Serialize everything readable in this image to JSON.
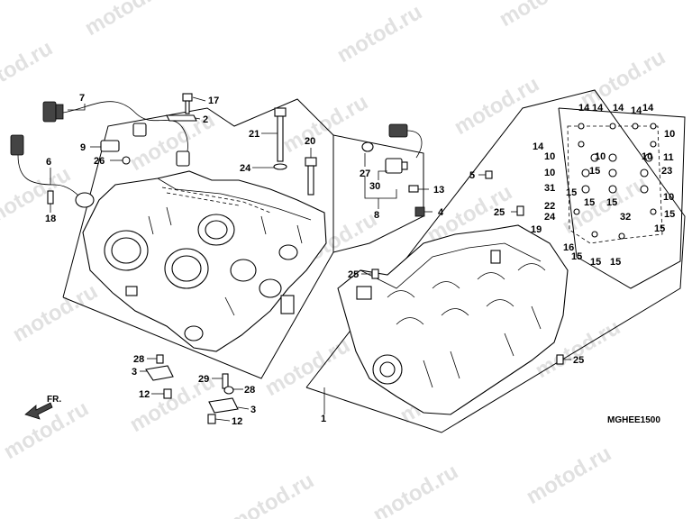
{
  "watermark": "motod.ru",
  "diagram_code": "MGHEE1500",
  "direction_label": "FR.",
  "callouts": {
    "c1": "1",
    "c2": "2",
    "c3a": "3",
    "c3b": "3",
    "c4": "4",
    "c5": "5",
    "c6": "6",
    "c7": "7",
    "c8": "8",
    "c9": "9",
    "c10a": "10",
    "c10b": "10",
    "c10c": "10",
    "c10d": "10",
    "c10e": "10",
    "c10f": "10",
    "c11": "11",
    "c12a": "12",
    "c12b": "12",
    "c13": "13",
    "c14a": "14",
    "c14b": "14",
    "c14c": "14",
    "c14d": "14",
    "c14e": "14",
    "c14f": "14",
    "c15a": "15",
    "c15b": "15",
    "c15c": "15",
    "c15d": "15",
    "c15e": "15",
    "c15f": "15",
    "c15g": "15",
    "c15h": "15",
    "c15i": "15",
    "c16": "16",
    "c17": "17",
    "c18": "18",
    "c19": "19",
    "c20": "20",
    "c21": "21",
    "c22": "22",
    "c23": "23",
    "c24a": "24",
    "c24b": "24",
    "c25a": "25",
    "c25b": "25",
    "c25c": "25",
    "c26": "26",
    "c27": "27",
    "c28a": "28",
    "c28b": "28",
    "c29": "29",
    "c30": "30",
    "c31": "31",
    "c32": "32"
  }
}
